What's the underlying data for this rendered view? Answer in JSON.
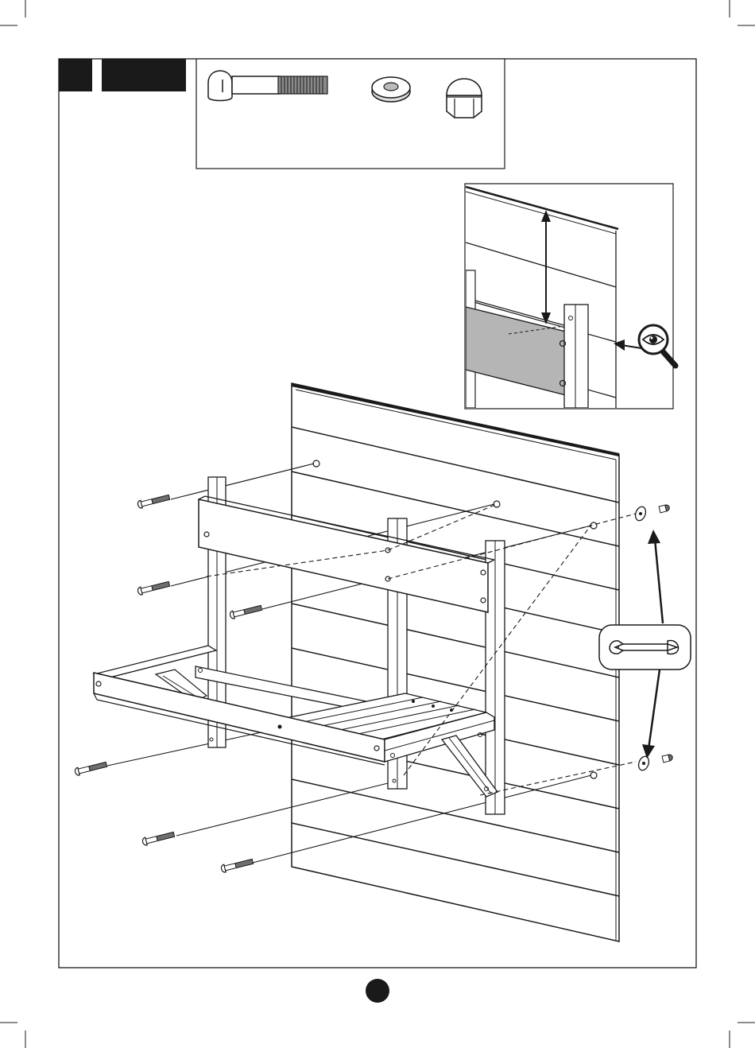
{
  "step_header": {
    "step_number": "",
    "title": ""
  },
  "hardware_box": {
    "parts": [
      {
        "name": "carriage-bolt",
        "qty": ""
      },
      {
        "name": "washer",
        "qty": ""
      },
      {
        "name": "dome-nut",
        "qty": ""
      }
    ]
  },
  "tools": {
    "icon": "wrench-icon"
  },
  "detail_view": {
    "icon": "magnifier-eye-icon"
  },
  "page_marker": {
    "label": ""
  },
  "colors": {
    "ink": "#1a1a1a",
    "header_fill": "#1a1a1a",
    "detail_board": "#b5b5b5"
  }
}
